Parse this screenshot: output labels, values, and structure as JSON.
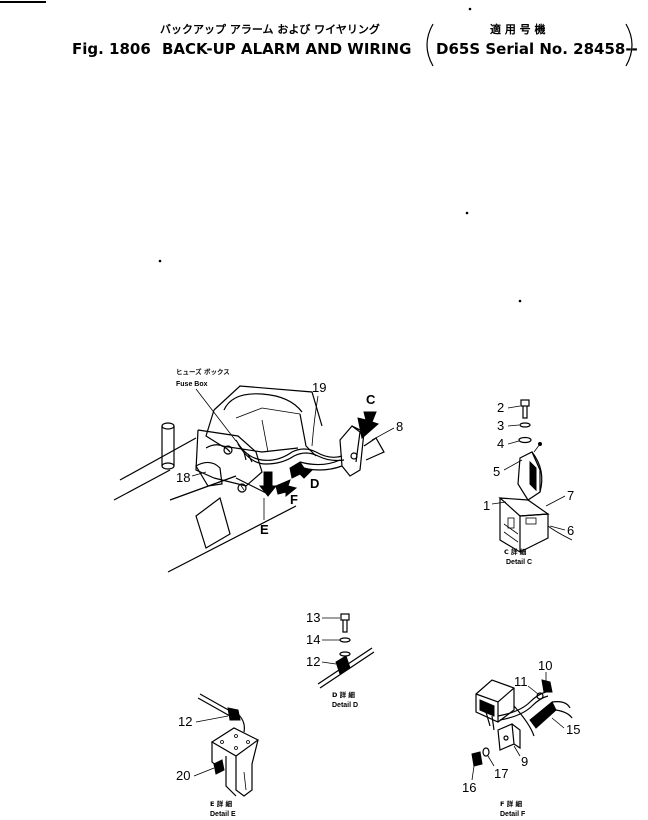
{
  "header": {
    "title_jp": "バックアップ アラーム および ワイヤリング",
    "fig_label": "Fig. 1806",
    "title_en": "BACK-UP ALARM AND WIRING",
    "applicable_jp": "適 用 号 機",
    "serial": "D65S Serial No. 28458--"
  },
  "main_view": {
    "fuse_box_jp": "ヒューズ ボックス",
    "fuse_box_en": "Fuse Box",
    "callouts": [
      "19",
      "8",
      "18"
    ],
    "view_arrows": [
      "C",
      "D",
      "E",
      "F"
    ]
  },
  "detail_c": {
    "callouts": [
      "2",
      "3",
      "4",
      "5",
      "1",
      "7",
      "6"
    ],
    "caption_jp": "C 詳 細",
    "caption_en": "Detail C"
  },
  "detail_d": {
    "callouts": [
      "13",
      "14",
      "12"
    ],
    "caption_jp": "D 詳 細",
    "caption_en": "Detail D"
  },
  "detail_e": {
    "callouts": [
      "12",
      "20"
    ],
    "caption_jp": "E 詳 細",
    "caption_en": "Detail E"
  },
  "detail_f": {
    "callouts": [
      "10",
      "11",
      "15",
      "9",
      "16",
      "17"
    ],
    "caption_jp": "F 詳 細",
    "caption_en": "Detail F"
  }
}
